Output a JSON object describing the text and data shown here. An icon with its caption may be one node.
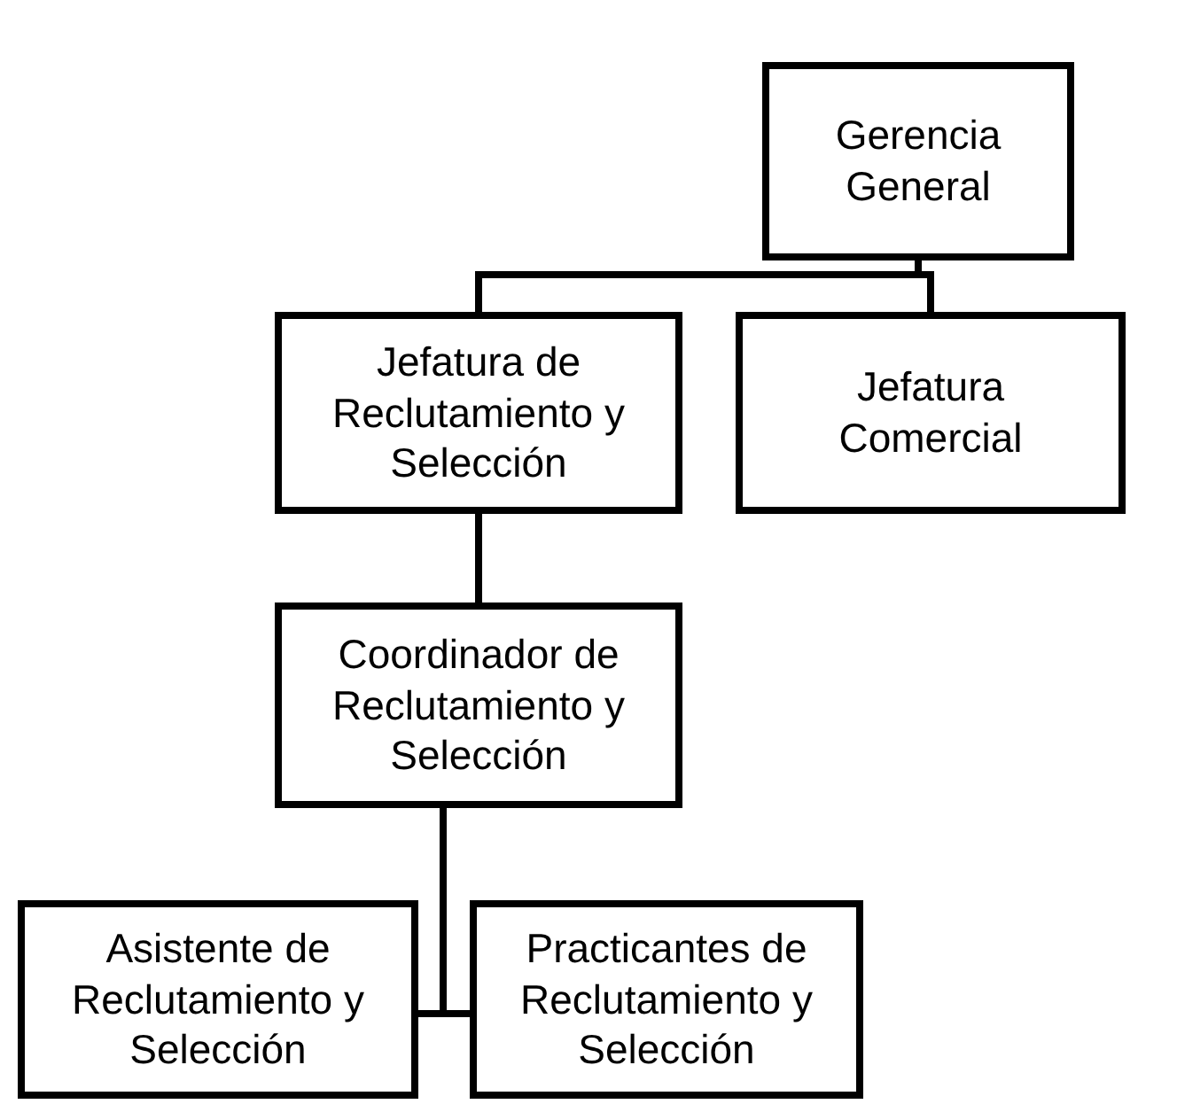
{
  "diagram": {
    "nodes": [
      {
        "text": [
          "Gerencia General"
        ]
      },
      {
        "text": [
          "Jefatura de Reclutamiento y Selección"
        ]
      },
      {
        "text": [
          "Jefatura Comercial"
        ]
      },
      {
        "text": [
          "Coordinador de Reclutamiento y Selección"
        ]
      },
      {
        "text": [
          "Asistente de Reclutamiento y Selección"
        ]
      },
      {
        "text": [
          "Practicantes de Reclutamiento y Selección"
        ]
      }
    ],
    "edges": [
      {
        "from": 0,
        "to": 1,
        "arrow": "none"
      },
      {
        "from": 0,
        "to": 2,
        "arrow": "none"
      },
      {
        "from": 1,
        "to": 3,
        "arrow": "none"
      },
      {
        "from": 3,
        "to": 4,
        "arrow": "none"
      },
      {
        "from": 3,
        "to": 5,
        "arrow": "none"
      }
    ]
  }
}
